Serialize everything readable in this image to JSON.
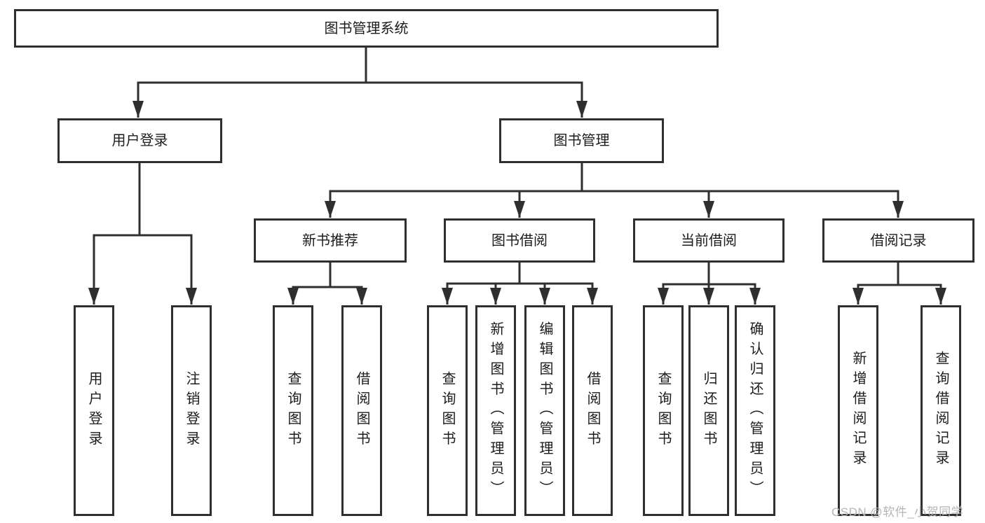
{
  "diagram_title": "图书管理系统",
  "tree": {
    "label": "图书管理系统",
    "children": [
      {
        "label": "用户登录",
        "children": [
          {
            "label": "用户登录"
          },
          {
            "label": "注销登录"
          }
        ]
      },
      {
        "label": "图书管理",
        "children": [
          {
            "label": "新书推荐",
            "children": [
              {
                "label": "查询图书"
              },
              {
                "label": "借阅图书"
              }
            ]
          },
          {
            "label": "图书借阅",
            "children": [
              {
                "label": "查询图书"
              },
              {
                "label": "新增图书（管理员）"
              },
              {
                "label": "编辑图书（管理员）"
              },
              {
                "label": "借阅图书"
              }
            ]
          },
          {
            "label": "当前借阅",
            "children": [
              {
                "label": "查询图书"
              },
              {
                "label": "归还图书"
              },
              {
                "label": "确认归还（管理员）"
              }
            ]
          },
          {
            "label": "借阅记录",
            "children": [
              {
                "label": "新增借阅记录"
              },
              {
                "label": "查询借阅记录"
              }
            ]
          }
        ]
      }
    ]
  },
  "watermark": {
    "text": "CSDN @软件_小贺同学"
  },
  "colors": {
    "line": "#2f2f2f",
    "box_border": "#2f2f2f",
    "text": "#1c1c1c",
    "background": "#ffffff",
    "watermark": "#b5b5b5"
  }
}
